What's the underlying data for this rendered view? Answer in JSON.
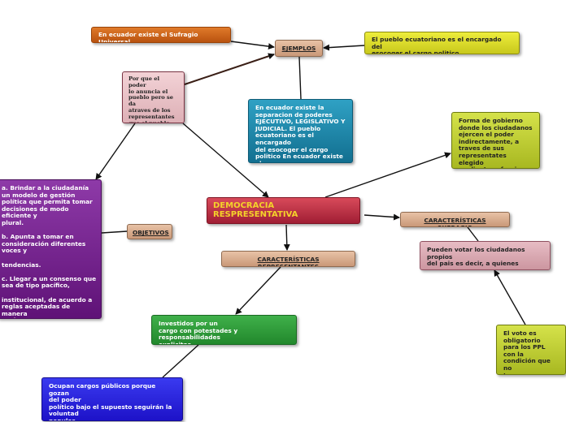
{
  "nodes": {
    "ecuador_sufragio": "En ecuador existe el Sufragio Universal",
    "ejemplos": "EJEMPLOS",
    "pueblo_encargado": "El pueblo ecuatoriano es el encargado del\nesocoger el cargo politico",
    "poder_anuncia": "Por que el poder\nlo anuncia el\npueblo pero se da\natraves de los\nrepresentantes\nque el pueblo\nescoge",
    "separacion_poderes": "En ecuador existe la\nseparacion de poderes\nEJECUTIVO, LEGISLATIVO Y\nJUDICIAL. El pueblo\necuatoriano es el encargado\ndel esocoger el cargo\npolitico En ecuador existe el\nSufragio Universal",
    "forma_gobierno": "Forma de gobierno\ndonde los ciudadanos\nejercen el poder\nindirectamente, a\ntraves de sus\nrepresentates elegido\nmediante sufragio",
    "central": "DEMOCRACIA\nRESPRESENTATIVA",
    "objetivos_list": "a. Brindar a la ciudadanía\nun modelo de gestión\npolítica que permita tomar\ndecisiones de modo\neficiente y\nplural.\n\nb. Apunta a tomar en\nconsideración diferentes\nvoces y\n\ntendencias.\n\nc. Llegar a un consenso que\nsea de tipo pacífico,\n\ninstitucional, de acuerdo a\nreglas aceptadas de manera\nconjunta.",
    "objetivos": "OBJETIVOS",
    "caracteristicas_sufragio": "CARACTERÍSTICAS SUFRAGIO",
    "caracteristicas_representantes": "CARACTERÍSTICAS REPRESENTANTES",
    "pueden_votar": "Pueden votar los ciudadanos propios\ndel pais es decir, a quienes posean\nla nacionalidad pertinente",
    "investidos": "Investidos por un\ncargo con potestades y responsabilidades\nexplicitas.",
    "voto_obligatorio": "El voto es obligatorio\npara los PPL con la\ncondición que no\ntengan sentencia\ncondenatoria\nejecutoriada",
    "cargos_publicos": "Ocupan cargos públicos porque gozan\ndel poder\npolítico bajo el supuesto seguirán la\nvoluntad\npopular."
  }
}
